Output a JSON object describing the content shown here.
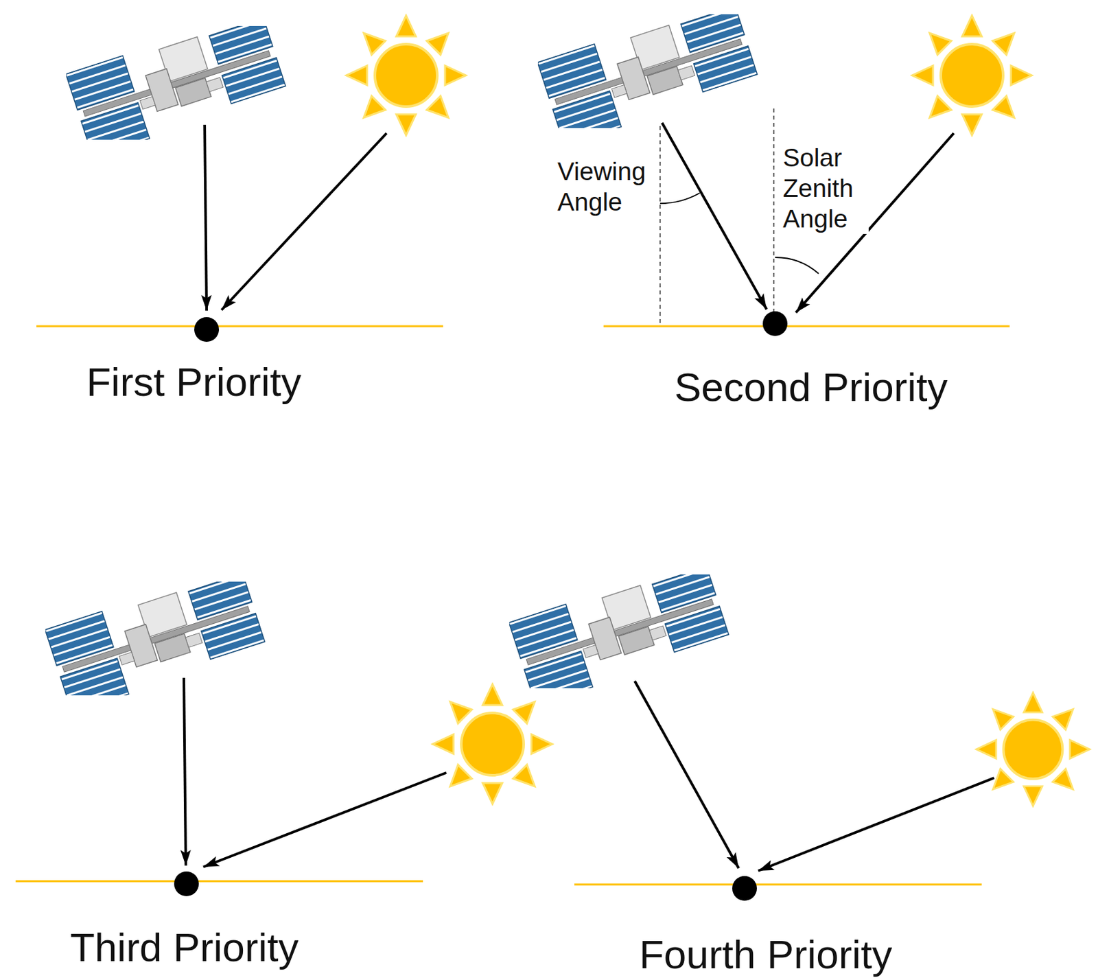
{
  "diagram": {
    "labels": [
      "First Priority",
      "Viewing Angle",
      "Solar Zenith Angle",
      "Second Priority",
      "Third Priority",
      "Fourth Priority"
    ]
  }
}
